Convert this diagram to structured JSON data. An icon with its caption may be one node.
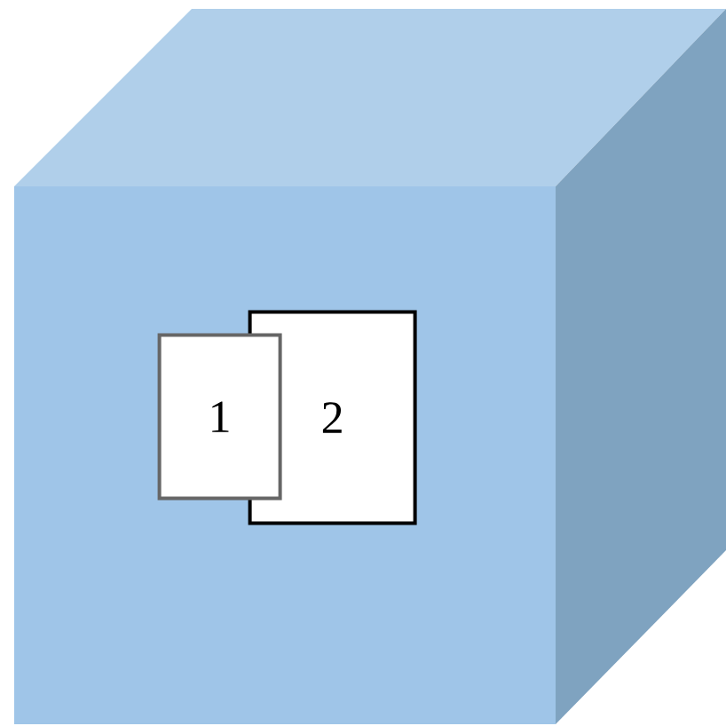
{
  "diagram": {
    "nodes": [
      {
        "text": [],
        "shape": "cube"
      },
      {
        "text": [
          "2"
        ],
        "in": 0
      },
      {
        "text": [
          "1"
        ],
        "in": 0
      }
    ]
  }
}
